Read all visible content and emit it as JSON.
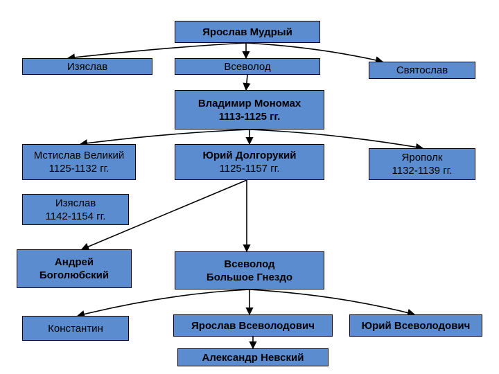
{
  "colors": {
    "node_fill": "#5b8ccf",
    "node_border": "#000000",
    "text": "#000000",
    "arrow": "#000000",
    "background": "#ffffff"
  },
  "nodes": {
    "yaroslav_mudry": {
      "name": "Ярослав Мудрый"
    },
    "izyaslav": {
      "name": "Изяслав"
    },
    "vsevolod": {
      "name": "Всеволод"
    },
    "svyatoslav": {
      "name": "Святослав"
    },
    "vladimir_monomakh": {
      "name": "Владимир Мономах",
      "years": "1113-1125 гг."
    },
    "mstislav": {
      "name": "Мстислав Великий",
      "years": "1125-1132 гг."
    },
    "yuri_dolgoruky": {
      "name": "Юрий Долгорукий",
      "years": "1125-1157 гг."
    },
    "yaropolk": {
      "name": "Ярополк",
      "years": "1132-1139 гг."
    },
    "izyaslav_2": {
      "name": "Изяслав",
      "years": "1142-1154 гг."
    },
    "andrei": {
      "name_line1": "Андрей",
      "name_line2": "Боголюбский"
    },
    "vsevolod_bn": {
      "name_line1": "Всеволод",
      "name_line2": "Большое Гнездо"
    },
    "konstantin": {
      "name": "Константин"
    },
    "yaroslav_vs": {
      "name": "Ярослав Всеволодович"
    },
    "yuri_vs": {
      "name": "Юрий Всеволодович"
    },
    "aleksandr": {
      "name": "Александр Невский"
    }
  }
}
